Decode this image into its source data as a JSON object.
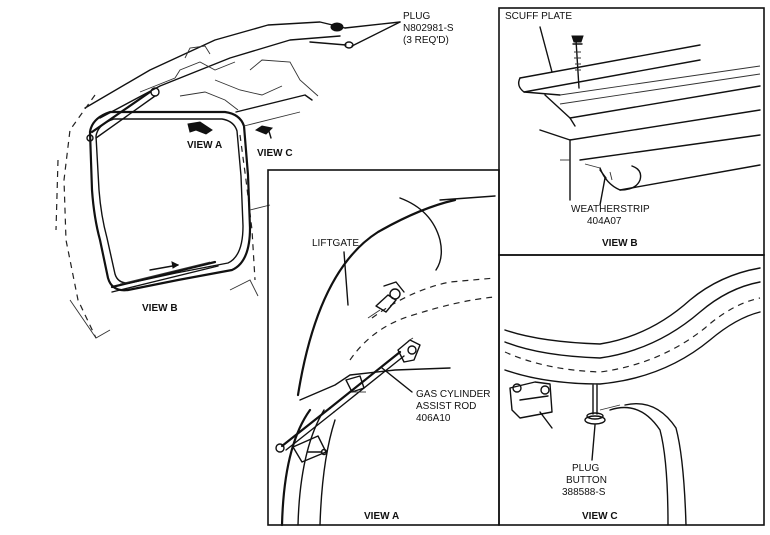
{
  "labels": {
    "plug": "PLUG",
    "plug_part": "N802981-S",
    "plug_qty": "(3 REQ'D)",
    "view_a_pointer": "VIEW A",
    "view_b_pointer": "VIEW B",
    "view_c_pointer": "VIEW C",
    "scuff_plate": "SCUFF PLATE",
    "weatherstrip": "WEATHERSTRIP",
    "weatherstrip_part": "404A07",
    "liftgate": "LIFTGATE",
    "gas_cylinder_1": "GAS CYLINDER",
    "gas_cylinder_2": "ASSIST ROD",
    "gas_cylinder_part": "406A10",
    "plug_button_1": "PLUG",
    "plug_button_2": "BUTTON",
    "plug_button_part": "388588-S"
  },
  "captions": {
    "view_a": "VIEW A",
    "view_b": "VIEW B",
    "view_c": "VIEW C"
  }
}
